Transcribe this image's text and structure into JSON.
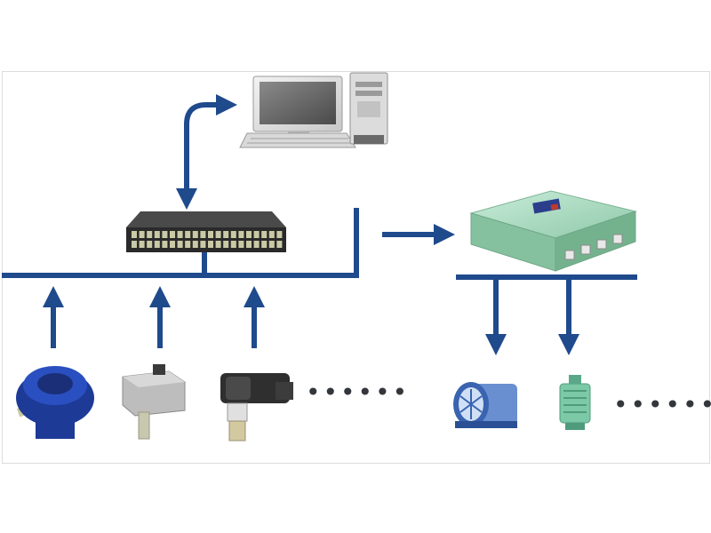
{
  "diagram": {
    "type": "network-topology",
    "colors": {
      "link": "#1f4a8c",
      "background": "#ffffff",
      "panel_border": "#dcdcdc",
      "cabinet": "#9fd3b8",
      "detector": "#1f3f9c",
      "fan": "#3a63b0",
      "pump": "#7cc9a8"
    },
    "nodes": [
      {
        "id": "monitoring-computer",
        "icon": "desktop-computer-icon"
      },
      {
        "id": "network-switch",
        "icon": "network-switch-icon"
      },
      {
        "id": "explosion-proof-control-box",
        "icon": "control-box-icon"
      },
      {
        "id": "gas-detector",
        "icon": "gas-detector-icon"
      },
      {
        "id": "duct-sensor",
        "icon": "duct-sensor-icon"
      },
      {
        "id": "pressure-transmitter",
        "icon": "pressure-transmitter-icon"
      },
      {
        "id": "axial-fan",
        "icon": "axial-fan-icon"
      },
      {
        "id": "pump-motor",
        "icon": "pump-motor-icon"
      }
    ],
    "ellipses": {
      "sensors_more": "••••••",
      "actuators_more": "•••••••"
    }
  }
}
